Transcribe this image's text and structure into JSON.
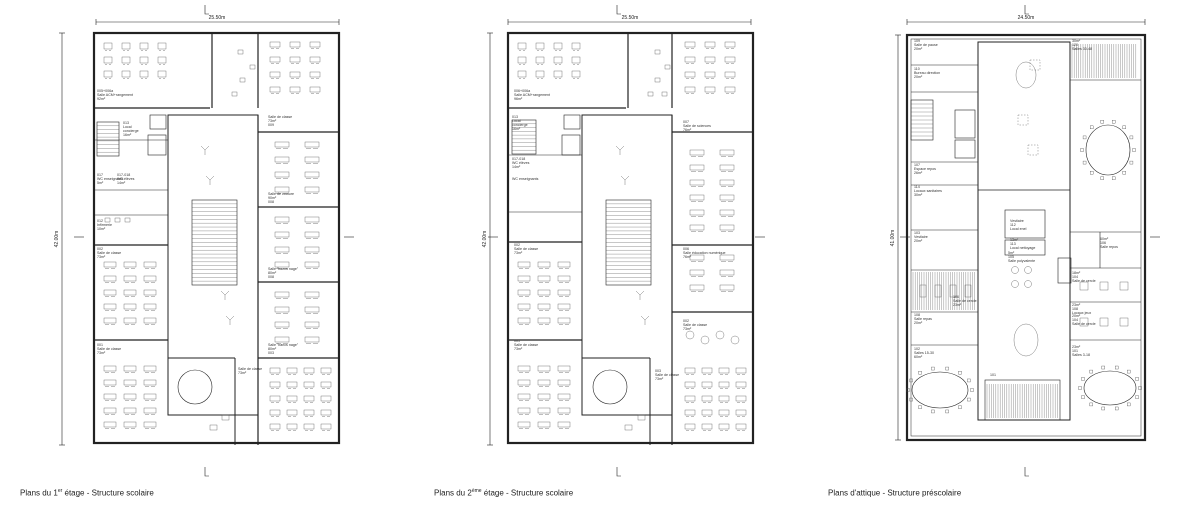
{
  "plans": [
    {
      "id": "plan1",
      "caption_pre": "Plans du 1",
      "caption_sup": "er",
      "caption_post": " étage - Structure scolaire",
      "width_dim": "25.50m",
      "height_dim": "42.00m",
      "rooms": [
        {
          "text": "005+006a"
        },
        {
          "text": "Salle ACM+rangement"
        },
        {
          "text": "92m²"
        },
        {
          "text": "013"
        },
        {
          "text": "Local"
        },
        {
          "text": "concierge"
        },
        {
          "text": "16m²"
        },
        {
          "text": "017"
        },
        {
          "text": "WC enseignants"
        },
        {
          "text": "5m²"
        },
        {
          "text": "017-018"
        },
        {
          "text": "WC élèves"
        },
        {
          "text": "14m²"
        },
        {
          "text": "012"
        },
        {
          "text": "Infirmerie"
        },
        {
          "text": "10m²"
        },
        {
          "text": "002"
        },
        {
          "text": "Salle de classe"
        },
        {
          "text": "73m²"
        },
        {
          "text": "001"
        },
        {
          "text": "Salle de classe"
        },
        {
          "text": "73m²"
        },
        {
          "text": "Salle de classe"
        },
        {
          "text": "73m²"
        },
        {
          "text": "009"
        },
        {
          "text": "Salle de couture"
        },
        {
          "text": "90m²"
        },
        {
          "text": "008"
        },
        {
          "text": "Salle \"bancs nage\""
        },
        {
          "text": "80m²"
        },
        {
          "text": "008"
        },
        {
          "text": "Salle \"bancs nage\""
        },
        {
          "text": "80m²"
        },
        {
          "text": "003"
        },
        {
          "text": "Salle de classe"
        },
        {
          "text": "73m²"
        }
      ]
    },
    {
      "id": "plan2",
      "caption_pre": "Plans du 2",
      "caption_sup": "ème",
      "caption_post": " étage - Structure scolaire",
      "width_dim": "25.50m",
      "height_dim": "42.00m",
      "rooms": [
        {
          "text": "006+006a"
        },
        {
          "text": "Salle ACM+rangement"
        },
        {
          "text": "96m²"
        },
        {
          "text": "013"
        },
        {
          "text": "Local"
        },
        {
          "text": "concierge"
        },
        {
          "text": "16m²"
        },
        {
          "text": "017-018"
        },
        {
          "text": "WC élèves"
        },
        {
          "text": "14m²"
        },
        {
          "text": "WC enseignants"
        },
        {
          "text": "002"
        },
        {
          "text": "Salle de classe"
        },
        {
          "text": "73m²"
        },
        {
          "text": "001"
        },
        {
          "text": "Salle de classe"
        },
        {
          "text": "73m²"
        },
        {
          "text": "007"
        },
        {
          "text": "Salle de sciences"
        },
        {
          "text": "76m²"
        },
        {
          "text": "006"
        },
        {
          "text": "Salle éducation numérique"
        },
        {
          "text": "76m²"
        },
        {
          "text": "002"
        },
        {
          "text": "Salle de classe"
        },
        {
          "text": "73m²"
        },
        {
          "text": "003"
        },
        {
          "text": "Salle de classe"
        },
        {
          "text": "73m²"
        }
      ]
    },
    {
      "id": "plan3",
      "caption_pre": "Plans d'attique - Structure préscolaire",
      "caption_sup": "",
      "caption_post": "",
      "width_dim": "24.50m",
      "height_dim": "41.00m",
      "rooms": [
        {
          "text": "109"
        },
        {
          "text": "Salle de pause"
        },
        {
          "text": "20m²"
        },
        {
          "text": "110"
        },
        {
          "text": "Bureau direction"
        },
        {
          "text": "20m²"
        },
        {
          "text": "107"
        },
        {
          "text": "Espace repos"
        },
        {
          "text": "26m²"
        },
        {
          "text": "114"
        },
        {
          "text": "Locaux sanitaires"
        },
        {
          "text": "30m²"
        },
        {
          "text": "103"
        },
        {
          "text": "Vestiaire"
        },
        {
          "text": "20m²"
        },
        {
          "text": "106"
        },
        {
          "text": "Salle de cercle"
        },
        {
          "text": "23m²"
        },
        {
          "text": "108"
        },
        {
          "text": "Salle repas"
        },
        {
          "text": "20m²"
        },
        {
          "text": "102"
        },
        {
          "text": "Salles 15-30"
        },
        {
          "text": "60m²"
        },
        {
          "text": "101"
        },
        {
          "text": "Vestiaire"
        },
        {
          "text": "112"
        },
        {
          "text": "Local enel"
        },
        {
          "text": "13m²"
        },
        {
          "text": "113"
        },
        {
          "text": "Local nettoyage"
        },
        {
          "text": "5m²"
        },
        {
          "text": "105"
        },
        {
          "text": "Salle polyvalente"
        },
        {
          "text": "30m²"
        },
        {
          "text": "120"
        },
        {
          "text": "Salles 30-48"
        },
        {
          "text": "60m²"
        },
        {
          "text": "106"
        },
        {
          "text": "Salle repos"
        },
        {
          "text": "18m²"
        },
        {
          "text": "104"
        },
        {
          "text": "Salle de cercle"
        },
        {
          "text": "23m²"
        },
        {
          "text": "108"
        },
        {
          "text": "Locaux jeux"
        },
        {
          "text": "20m²"
        },
        {
          "text": "104"
        },
        {
          "text": "Salle de cercle"
        },
        {
          "text": "23m²"
        },
        {
          "text": "101"
        },
        {
          "text": "Salles 3-18"
        },
        {
          "text": "60m²"
        }
      ]
    }
  ]
}
